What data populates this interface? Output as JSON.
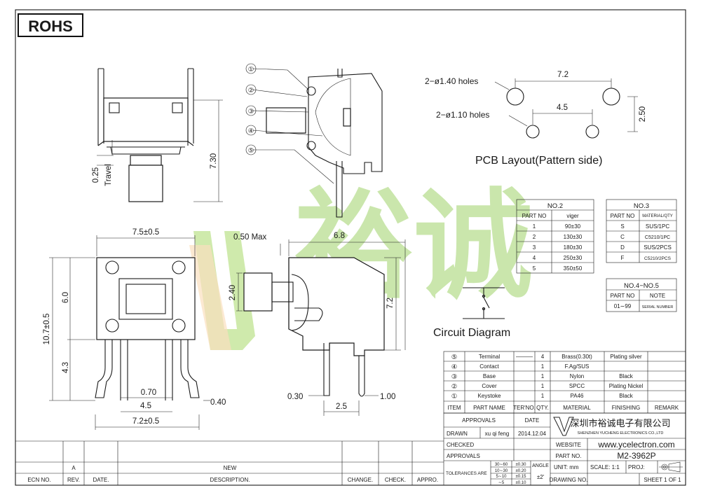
{
  "rohs": "ROHS",
  "dims": {
    "side_height": "7.30",
    "travel_value": "0.25",
    "travel_label": "Travel",
    "top_width": "7.5±0.5",
    "total_height": "10.7±0.5",
    "body_height": "6.0",
    "pin_length": "4.3",
    "pin_width": "0.70",
    "pin_pitch": "4.5",
    "lead_span": "7.2±0.5",
    "lead_thick": "0.40",
    "overhang": "0.50 Max",
    "depth": "6.8",
    "stem": "2.40",
    "side_h": "7.2",
    "pin_t": "0.30",
    "pin_off": "2.5",
    "pin_d": "1.00"
  },
  "callouts": [
    "①",
    "②",
    "③",
    "④",
    "⑤"
  ],
  "pcb": {
    "holes1": "2−ø1.40 holes",
    "holes2": "2−ø1.10 holes",
    "d72": "7.2",
    "d45": "4.5",
    "d250": "2.50",
    "title": "PCB Layout(Pattern side)"
  },
  "circuit_title": "Circuit Diagram",
  "watermark": "裕诚",
  "no2": {
    "title": "NO.2",
    "headers": [
      "PART NO",
      "viger"
    ],
    "rows": [
      [
        "1",
        "90±30"
      ],
      [
        "2",
        "130±30"
      ],
      [
        "3",
        "180±30"
      ],
      [
        "4",
        "250±30"
      ],
      [
        "5",
        "350±50"
      ]
    ]
  },
  "no3": {
    "title": "NO.3",
    "headers": [
      "PART NO",
      "MATERIAL/QTY"
    ],
    "rows": [
      [
        "S",
        "SUS/1PC"
      ],
      [
        "C",
        "C5210/1PC"
      ],
      [
        "D",
        "SUS/2PCS"
      ],
      [
        "F",
        "C5210/2PCS"
      ]
    ]
  },
  "no45": {
    "title": "NO.4−NO.5",
    "headers": [
      "PART NO",
      "NOTE"
    ],
    "rows": [
      [
        "01∼99",
        "SERIAL NUMBER"
      ]
    ]
  },
  "bom": {
    "rows": [
      [
        "⑤",
        "Terminal",
        "4",
        "Brass(0.30t)",
        "Plating silver"
      ],
      [
        "④",
        "Contact",
        "1",
        "F.Ag/SUS",
        ""
      ],
      [
        "③",
        "Base",
        "1",
        "Nylon",
        "Black"
      ],
      [
        "②",
        "Cover",
        "1",
        "SPCC",
        "Plating Nickel"
      ],
      [
        "①",
        "Keystoke",
        "1",
        "PA46",
        "Black"
      ]
    ],
    "headers": [
      "ITEM",
      "PART NAME",
      "TER'NO.",
      "QTY.",
      "MATERIAL",
      "FINISHING",
      "REMARK"
    ]
  },
  "title_block": {
    "approvals": "APPROVALS",
    "date": "DATE",
    "drawn": "DRAWN",
    "drawn_by": "xu qi feng",
    "drawn_date": "2014.12.04",
    "checked": "CHECKED",
    "approvals2": "APPROVALS",
    "company_cn": "深圳市裕诚电子有限公司",
    "company_en": "SHENZHEN YUCHENG ELECTRONICS CO.,LTD",
    "website_label": "WEBSITE",
    "website": "www.ycelectron.com",
    "partno_label": "PART NO.",
    "partno": "M2-3962P",
    "tol_label": "TOLERANCES ARE",
    "tol_ranges": [
      "30∼60",
      "10∼30",
      "5∼10",
      "∼5"
    ],
    "tol_values": [
      "±0.30",
      "±0.20",
      "±0.15",
      "±0.10"
    ],
    "angle_label": "ANGLE",
    "angle": "±2'",
    "unit": "UNIT: mm",
    "scale": "SCALE:   1:1",
    "proj": "PROJ:",
    "drawing_no": "DRAWING NO.",
    "sheet": "SHEET   1 OF 1"
  },
  "revision": {
    "row_a": "A",
    "new": "NEW",
    "headers": [
      "ECN NO.",
      "REV.",
      "DATE.",
      "DESCRIPTION.",
      "CHANGE.",
      "CHECK.",
      "APPRO."
    ]
  }
}
